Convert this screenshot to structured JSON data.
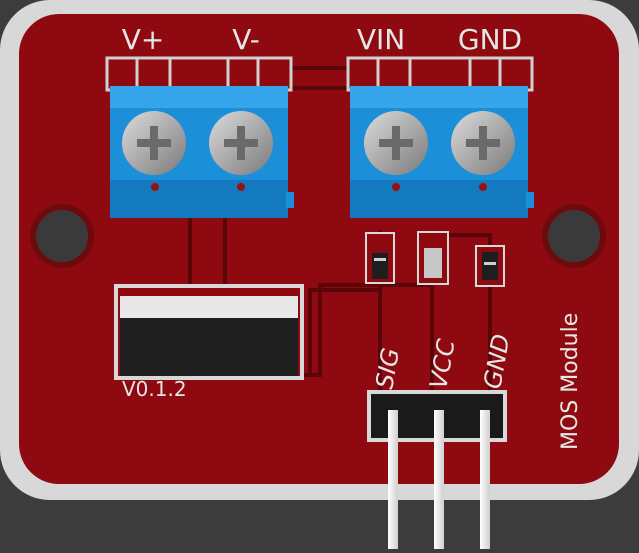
{
  "colors": {
    "background": "#3c3c3c",
    "board_outline": "#d8d8d8",
    "board_fill": "#8e0a10",
    "trace": "#5a0508",
    "terminal_blue": "#1b8fd8",
    "screw": "#a8a8a8",
    "silkscreen": "#e6e6e6",
    "header_black": "#1a1a1a",
    "pin_white": "#f4f4f4"
  },
  "terminals": {
    "left": {
      "labels": [
        "V+",
        "V-"
      ]
    },
    "right": {
      "labels": [
        "VIN",
        "GND"
      ]
    }
  },
  "version_label": "V0.1.2",
  "module_label": "MOS Module",
  "header_pins": [
    "SIG",
    "VCC",
    "GND"
  ],
  "icons": [
    "screw-icon",
    "mounting-hole-icon"
  ]
}
